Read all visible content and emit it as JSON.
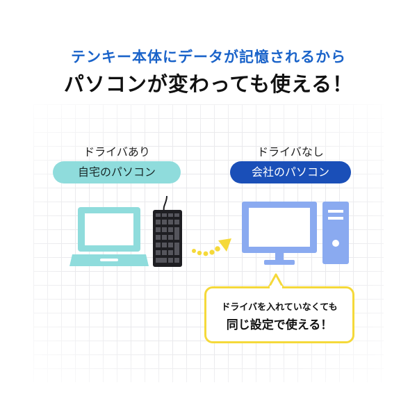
{
  "headline": {
    "line1": "テンキー本体にデータが記憶されるから",
    "line2": "パソコンが変わっても使える！"
  },
  "left": {
    "caption": "ドライバあり",
    "pill_label": "自宅のパソコン"
  },
  "right": {
    "caption": "ドライバなし",
    "pill_label": "会社のパソコン"
  },
  "bubble": {
    "line1": "ドライバを入れていなくても",
    "line2": "同じ設定で使える！"
  },
  "colors": {
    "headline_blue": "#1a63c9",
    "laptop_teal": "#8fdcdc",
    "pc_blue": "#8aaaf0",
    "pill_navy": "#1a4fb8",
    "arrow_yellow": "#f5d93a",
    "keypad_black": "#1e1e22"
  }
}
